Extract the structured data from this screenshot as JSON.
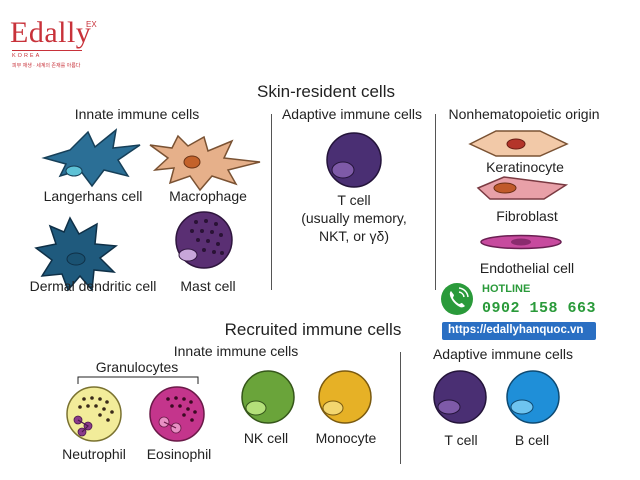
{
  "brand": {
    "name": "Edally",
    "superscript": "EX",
    "sub": "KOREA",
    "tagline": "피부 재생 · 세계의 존재를 아름다",
    "colors": {
      "brand_red": "#c8323a"
    }
  },
  "hotline": {
    "label": "HOTLINE",
    "number": "0902 158 663",
    "website": "https://edallyhanquoc.vn",
    "icon": "phone-icon",
    "colors": {
      "green": "#2a9a3a",
      "blue": "#2a6fc3"
    }
  },
  "diagram": {
    "skin_resident": {
      "title": "Skin-resident cells",
      "innate": {
        "title": "Innate immune cells",
        "cells": [
          {
            "label": "Langerhans cell"
          },
          {
            "label": "Macrophage"
          },
          {
            "label": "Dermal dendritic cell"
          },
          {
            "label": "Mast cell"
          }
        ]
      },
      "adaptive": {
        "title": "Adaptive immune cells",
        "cell_label": "T cell",
        "note_lines": [
          "(usually memory,",
          "NKT, or γδ)"
        ]
      },
      "nonhematopoietic": {
        "title": "Nonhematopoietic origin",
        "cells": [
          {
            "label": "Keratinocyte"
          },
          {
            "label": "Fibroblast"
          },
          {
            "label": "Endothelial cell"
          }
        ]
      }
    },
    "recruited": {
      "title": "Recruited immune cells",
      "innate": {
        "title": "Innate immune cells",
        "group_label": "Granulocytes",
        "cells": [
          {
            "label": "Neutrophil"
          },
          {
            "label": "Eosinophil"
          },
          {
            "label": "NK cell"
          },
          {
            "label": "Monocyte"
          }
        ]
      },
      "adaptive": {
        "title": "Adaptive immune cells",
        "cells": [
          {
            "label": "T cell"
          },
          {
            "label": "B cell"
          }
        ]
      }
    },
    "colors": {
      "langerhans": "#2b6f96",
      "macrophage": "#e6b08a",
      "dendritic": "#1f5a7d",
      "mast": "#5a2f73",
      "t_cell": "#4a2f73",
      "keratinocyte": "#f2c9a8",
      "fibroblast": "#e8a0a8",
      "endothelial": "#c74a9e",
      "neutrophil": "#f2ec9a",
      "eosinophil": "#c4358c",
      "nk": "#6aa43a",
      "monocyte": "#e6b126",
      "b_cell": "#1f8fd8"
    }
  }
}
